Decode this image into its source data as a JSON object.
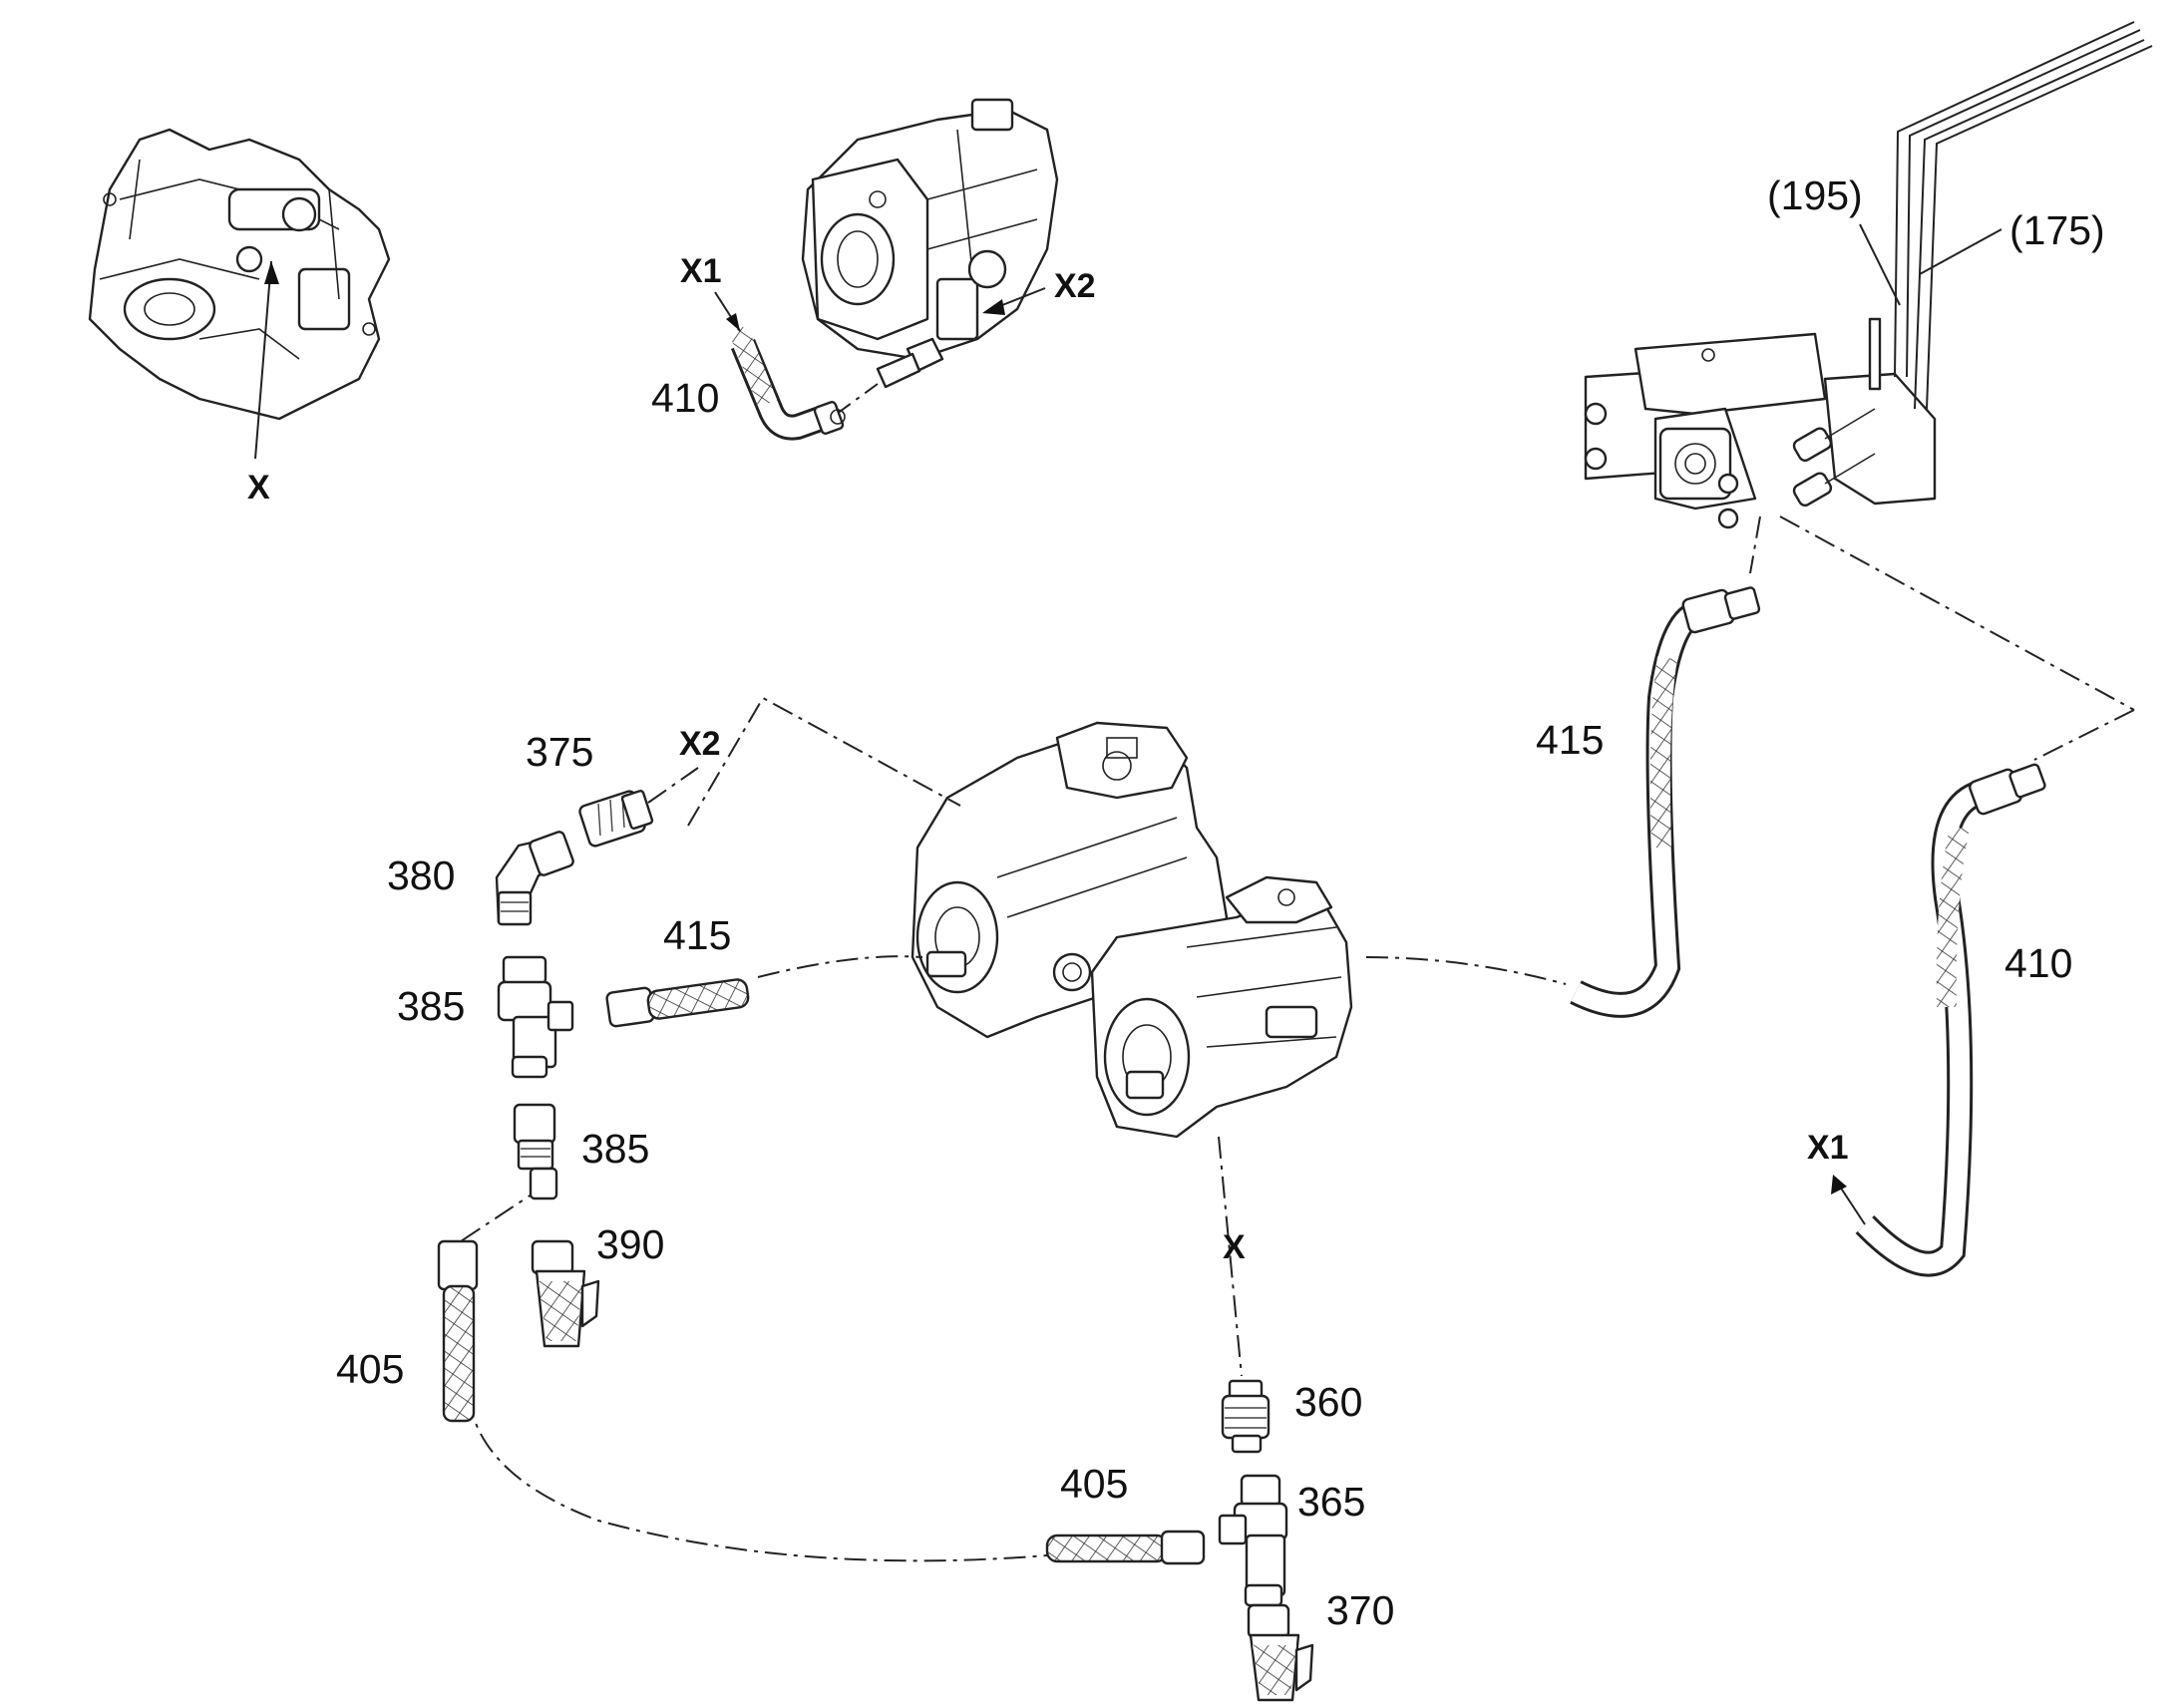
{
  "callouts": {
    "top_left_x": "X",
    "top_mid_x1": "X1",
    "top_mid_x2": "X2",
    "top_mid_410": "410",
    "ref_195": "(195)",
    "ref_175": "(175)",
    "right_415": "415",
    "right_410": "410",
    "right_x1": "X1",
    "mid_375": "375",
    "mid_x2": "X2",
    "mid_380": "380",
    "mid_415": "415",
    "mid_385a": "385",
    "mid_385b": "385",
    "mid_390": "390",
    "mid_405a": "405",
    "center_x": "X",
    "bot_360": "360",
    "bot_405": "405",
    "bot_365": "365",
    "bot_370": "370"
  }
}
